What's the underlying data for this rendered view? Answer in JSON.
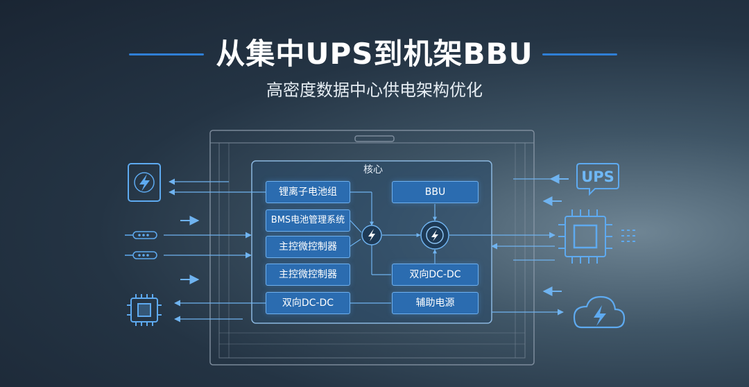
{
  "header": {
    "title": "从集中UPS到机架BBU",
    "subtitle": "高密度数据中心供电架构优化"
  },
  "core": {
    "label": "核心",
    "left_column": [
      "锂离子电池组",
      "BMS电池管理系统",
      "主控微控制器",
      "主控微控制器",
      "双向DC-DC"
    ],
    "right_column": [
      "BBU",
      "双向DC-DC",
      "辅助电源"
    ]
  },
  "side_icons": {
    "right_top_label": "UPS",
    "left_icons": [
      "power-panel-icon",
      "connector-icon",
      "connector-icon",
      "chip-icon"
    ],
    "right_icons": [
      "ups-speech-icon",
      "cpu-chip-icon",
      "cloud-power-icon"
    ]
  },
  "colors": {
    "accent": "#2f7fd6",
    "box_fill": "#2b6cb0",
    "line": "#5ea8ec"
  }
}
